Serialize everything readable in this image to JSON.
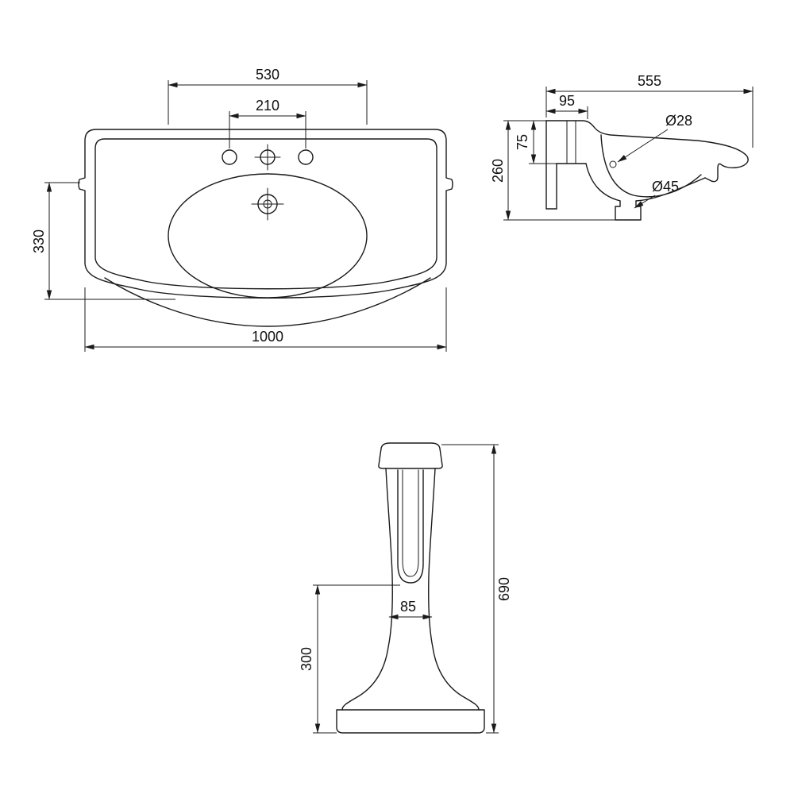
{
  "drawing": {
    "subject": "console washbasin with pedestal - dimensioned technical drawing",
    "background": "#ffffff",
    "line_color": "#1a1a1a"
  },
  "plan": {
    "basin_width": "530",
    "tap_hole_pitch": "210",
    "bowl_depth": "330",
    "overall_width": "1000"
  },
  "side": {
    "overall_depth": "555",
    "back_ledge": "95",
    "rim_to_ledge": "75",
    "overall_height": "260",
    "overflow_diameter": "Ø28",
    "drain_diameter": "Ø45"
  },
  "pedestal": {
    "column_width": "85",
    "overall_height": "690",
    "recess_height": "300"
  }
}
